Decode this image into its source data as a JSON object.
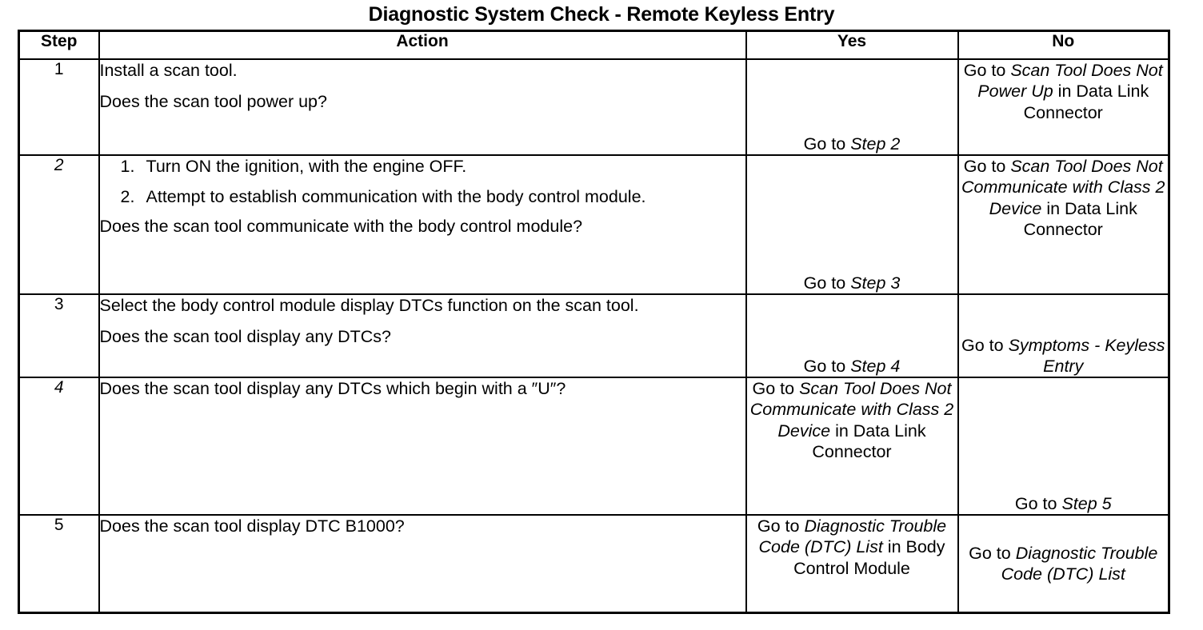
{
  "document": {
    "title": "Diagnostic System Check - Remote Keyless Entry"
  },
  "table": {
    "headers": {
      "step": "Step",
      "action": "Action",
      "yes": "Yes",
      "no": "No"
    },
    "rows": [
      {
        "step": "1",
        "step_italic": false,
        "action_lines": [
          "Install a scan tool.",
          "Does the scan tool power up?"
        ],
        "yes": {
          "align": "bottom",
          "parts": [
            {
              "text": "Go to ",
              "italic": false
            },
            {
              "text": "Step 2",
              "italic": true
            }
          ]
        },
        "no": {
          "align": "top",
          "parts": [
            {
              "text": "Go to ",
              "italic": false
            },
            {
              "text": "Scan Tool Does Not Power Up",
              "italic": true
            },
            {
              "text": " in Data Link Connector",
              "italic": false
            }
          ]
        }
      },
      {
        "step": "2",
        "step_italic": true,
        "ordered_items": [
          {
            "marker": "1.",
            "text": "Turn ON the ignition, with the engine OFF."
          },
          {
            "marker": "2.",
            "text": "Attempt to establish communication with the body control module."
          }
        ],
        "action_lines": [
          "Does the scan tool communicate with the body control module?"
        ],
        "yes": {
          "align": "bottom",
          "parts": [
            {
              "text": "Go to ",
              "italic": false
            },
            {
              "text": "Step 3",
              "italic": true
            }
          ]
        },
        "no": {
          "align": "top",
          "parts": [
            {
              "text": "Go to ",
              "italic": false
            },
            {
              "text": "Scan Tool Does Not Communicate with Class 2 Device",
              "italic": true
            },
            {
              "text": " in Data Link Connector",
              "italic": false
            }
          ]
        }
      },
      {
        "step": "3",
        "step_italic": false,
        "action_lines": [
          "Select the body control module display DTCs function on the scan tool.",
          "Does the scan tool display any DTCs?"
        ],
        "yes": {
          "align": "bottom",
          "parts": [
            {
              "text": "Go to ",
              "italic": false
            },
            {
              "text": "Step 4",
              "italic": true
            }
          ]
        },
        "no": {
          "align": "bottom",
          "parts": [
            {
              "text": "Go to ",
              "italic": false
            },
            {
              "text": "Symptoms - Keyless Entry",
              "italic": true
            }
          ]
        }
      },
      {
        "step": "4",
        "step_italic": true,
        "action_lines": [
          "Does the scan tool display any DTCs which begin with a ″U″?"
        ],
        "yes": {
          "align": "top",
          "parts": [
            {
              "text": "Go to ",
              "italic": false
            },
            {
              "text": "Scan Tool Does Not Communicate with Class 2 Device",
              "italic": true
            },
            {
              "text": " in Data Link Connector",
              "italic": false
            }
          ]
        },
        "no": {
          "align": "bottom",
          "parts": [
            {
              "text": "Go to ",
              "italic": false
            },
            {
              "text": "Step 5",
              "italic": true
            }
          ]
        }
      },
      {
        "step": "5",
        "step_italic": false,
        "action_lines": [
          "Does the scan tool display DTC B1000?"
        ],
        "yes": {
          "align": "top",
          "parts": [
            {
              "text": "Go to ",
              "italic": false
            },
            {
              "text": "Diagnostic Trouble Code (DTC) List",
              "italic": true
            },
            {
              "text": " in Body Control Module",
              "italic": false
            }
          ]
        },
        "no": {
          "align": "middle",
          "parts": [
            {
              "text": "Go to ",
              "italic": false
            },
            {
              "text": "Diagnostic Trouble Code (DTC) List",
              "italic": true
            }
          ]
        }
      }
    ]
  }
}
